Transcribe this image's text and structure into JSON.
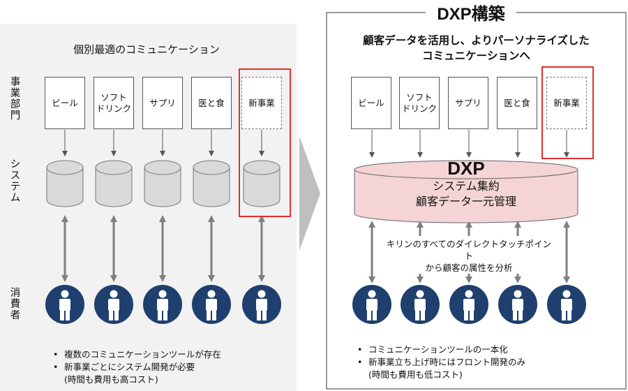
{
  "left": {
    "heading": "個別最適のコミュニケーション",
    "row_labels": {
      "departments": "事\n業\n部\n門",
      "systems": "シ\nス\nテ\nム",
      "consumers": "消\n費\n者"
    },
    "departments": [
      "ビール",
      "ソフト\nドリンク",
      "サプリ",
      "医と食",
      "新事業"
    ],
    "bullets": [
      "複数のコミュニケーションツールが存在",
      "新事業ごとにシステム開発が必要"
    ],
    "bullet_sub": "(時間も費用も高コスト)"
  },
  "right": {
    "title": "DXP構築",
    "heading_line1": "顧客データを活用し、よりパーソナライズした",
    "heading_line2": "コミュニケーションへ",
    "departments": [
      "ビール",
      "ソフト\nドリンク",
      "サプリ",
      "医と食",
      "新事業"
    ],
    "dxp": {
      "title": "DXP",
      "line1": "システム集約",
      "line2": "顧客データ一元管理"
    },
    "note_line1": "キリンのすべてのダイレクトタッチポイント",
    "note_line2": "から顧客の属性を分析",
    "bullets": [
      "コミュニケーションツールの一本化",
      "新事業立ち上げ時にはフロント開発のみ"
    ],
    "bullet_sub": "(時間も費用も低コスト)"
  },
  "colors": {
    "left_bg": "#f2f2f2",
    "cylinder_fill": "#d9d9d9",
    "person_circle": "#1f3f6e",
    "dxp_fill": "#f4d4d4",
    "highlight_red": "#e0302f",
    "arrow_gray": "#7f7f7f",
    "transition_arrow": "#bfbfbf"
  },
  "icons": {
    "person": "person-icon",
    "database": "database-cylinder-icon"
  }
}
